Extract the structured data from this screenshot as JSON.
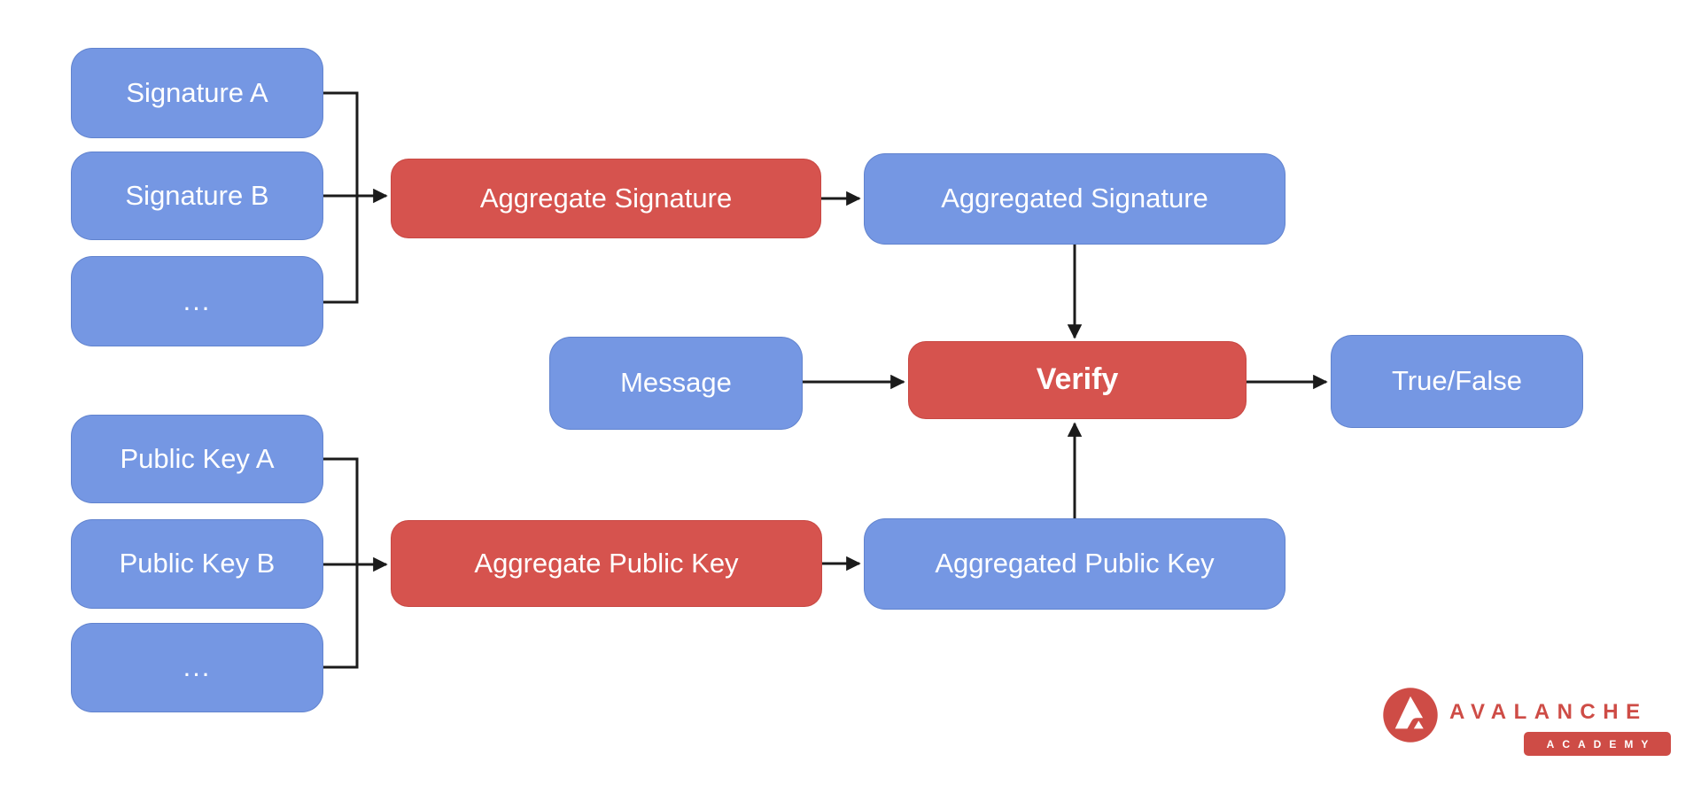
{
  "palette": {
    "node_blue": "#7597E3",
    "node_red": "#D6534E",
    "logo_red": "#CE4C46",
    "connector_black": "#1b1b1b",
    "node_text": "#FFFFFF",
    "background": "#FFFFFF"
  },
  "diagram": {
    "signature_inputs": [
      {
        "label": "Signature A"
      },
      {
        "label": "Signature B"
      },
      {
        "label": "..."
      }
    ],
    "public_key_inputs": [
      {
        "label": "Public Key A"
      },
      {
        "label": "Public Key B"
      },
      {
        "label": "..."
      }
    ],
    "aggregate_signature": {
      "label": "Aggregate Signature"
    },
    "aggregated_signature": {
      "label": "Aggregated Signature"
    },
    "aggregate_public_key": {
      "label": "Aggregate Public Key"
    },
    "aggregated_public_key": {
      "label": "Aggregated Public Key"
    },
    "message": {
      "label": "Message"
    },
    "verify": {
      "label": "Verify"
    },
    "result": {
      "label": "True/False"
    },
    "edges": [
      {
        "from": "Signature A",
        "to": "Aggregate Signature"
      },
      {
        "from": "Signature B",
        "to": "Aggregate Signature"
      },
      {
        "from": "...",
        "to": "Aggregate Signature"
      },
      {
        "from": "Aggregate Signature",
        "to": "Aggregated Signature"
      },
      {
        "from": "Aggregated Signature",
        "to": "Verify"
      },
      {
        "from": "Message",
        "to": "Verify"
      },
      {
        "from": "Aggregated Public Key",
        "to": "Verify"
      },
      {
        "from": "Verify",
        "to": "True/False"
      },
      {
        "from": "Public Key A",
        "to": "Aggregate Public Key"
      },
      {
        "from": "Public Key B",
        "to": "Aggregate Public Key"
      },
      {
        "from": "...",
        "to": "Aggregate Public Key"
      },
      {
        "from": "Aggregate Public Key",
        "to": "Aggregated Public Key"
      }
    ]
  },
  "branding": {
    "name": "AVALANCHE",
    "sub": "ACADEMY"
  }
}
